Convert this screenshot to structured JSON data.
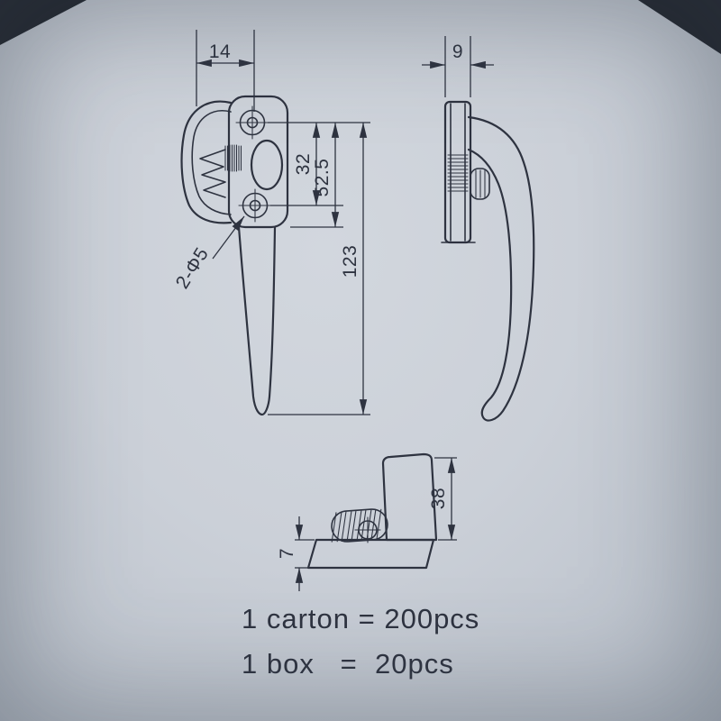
{
  "drawing": {
    "dimensions": {
      "front_top_width": "14",
      "side_thickness": "9",
      "hole_spacing": "32",
      "plate_length": "52.5",
      "overall_length": "123",
      "hole_callout": "2-Φ5",
      "bottom_height": "38",
      "base_thickness": "7"
    },
    "notes": [
      {
        "text": "1 carton = 200pcs"
      },
      {
        "text": "1 box   =  20pcs"
      }
    ]
  },
  "colors": {
    "paper": "#cbd0d8",
    "ink": "#2e3340",
    "photo_corner": "#20242c"
  }
}
